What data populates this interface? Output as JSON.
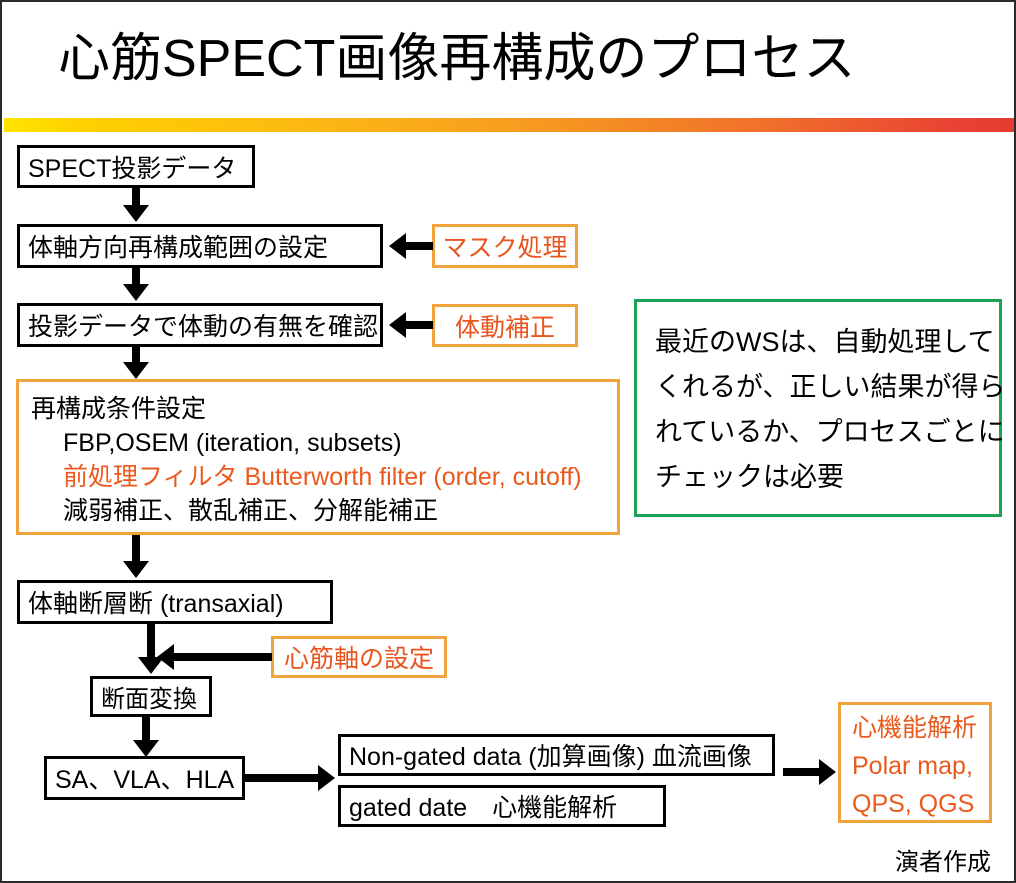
{
  "slide": {
    "title": "心筋SPECT画像再構成のプロセス",
    "attribution": "演者作成",
    "accent_colors": {
      "gradient_start": "#ffe400",
      "gradient_end": "#e33c31",
      "orange_border": "#efa33c",
      "orange_text": "#e8551e",
      "green_border": "#1da355",
      "black": "#000000"
    }
  },
  "flow": {
    "nodes": [
      {
        "id": "spect",
        "label": "SPECT投影データ"
      },
      {
        "id": "range",
        "label": "体軸方向再構成範囲の設定"
      },
      {
        "id": "motion",
        "label": "投影データで体動の有無を確認"
      },
      {
        "id": "transaxial",
        "label": "体軸断層断 (transaxial)"
      },
      {
        "id": "slice",
        "label": "断面変換"
      },
      {
        "id": "sahla",
        "label": "SA、VLA、HLA"
      },
      {
        "id": "nongated",
        "label": "Non-gated data (加算画像) 血流画像"
      },
      {
        "id": "gated",
        "label": "gated date　心機能解析"
      }
    ]
  },
  "recon_box": {
    "lines": [
      {
        "text": "再構成条件設定",
        "highlight": false,
        "indent": false
      },
      {
        "text": "FBP,OSEM (iteration, subsets)",
        "highlight": false,
        "indent": true
      },
      {
        "text": "前処理フィルタ  Butterworth filter (order, cutoff)",
        "highlight": true,
        "indent": true
      },
      {
        "text": "減弱補正、散乱補正、分解能補正",
        "highlight": false,
        "indent": true
      }
    ]
  },
  "annotations": [
    {
      "id": "mask",
      "label": "マスク処理"
    },
    {
      "id": "bodymov",
      "label": "体動補正"
    },
    {
      "id": "axis",
      "label": "心筋軸の設定"
    }
  ],
  "output_box": {
    "lines": [
      "心機能解析",
      "Polar map,",
      "QPS, QGS"
    ]
  },
  "note_box": {
    "lines": [
      "最近のWSは、自動処理して",
      "くれるが、正しい結果が得ら",
      "れているか、プロセスごとに",
      "チェックは必要"
    ]
  }
}
